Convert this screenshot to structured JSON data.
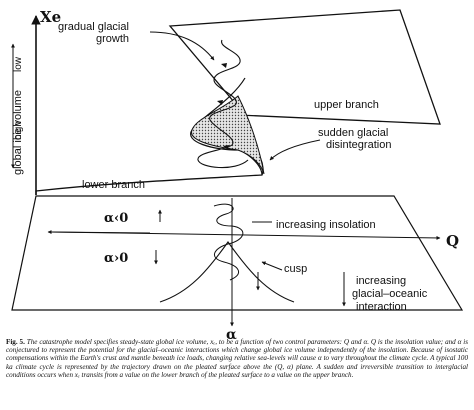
{
  "axes": {
    "xe": "Xe",
    "q": "Q",
    "alpha": "α",
    "global_ice_volume": "global ice volume",
    "low": "low",
    "high": "high"
  },
  "labels": {
    "gradual_glacial_growth_1": "gradual glacial",
    "gradual_glacial_growth_2": "growth",
    "upper_branch": "upper branch",
    "lower_branch": "lower branch",
    "sudden_1": "sudden glacial",
    "sudden_2": "disintegration",
    "alpha_lt": "α‹0",
    "alpha_gt": "α›0",
    "increasing_insolation": "increasing insolation",
    "cusp": "cusp",
    "interaction_1": "increasing",
    "interaction_2": "glacial–oceanic",
    "interaction_3": "interaction"
  },
  "caption": {
    "fig": "Fig. 5.",
    "text": "The catastrophe model specifies steady-state global ice volume, xₑ, to be a function of two control parameters: Q and α. Q is the insolation value; and α is conjectured to represent the potential for the glacial–oceanic interactions which change global ice volume independently of the insolation. Because of isostatic compensations within the Earth's crust and mantle beneath ice loads, changing relative sea-levels will cause α to vary throughout the climate cycle. A typical 100 ka climate cycle is represented by the trajectory drawn on the pleated surface above the (Q, α) plane. A sudden and irreversible transition to interglacial conditions occurs when xₑ transits from a value on the lower branch of the pleated surface to a value on the upper branch."
  }
}
